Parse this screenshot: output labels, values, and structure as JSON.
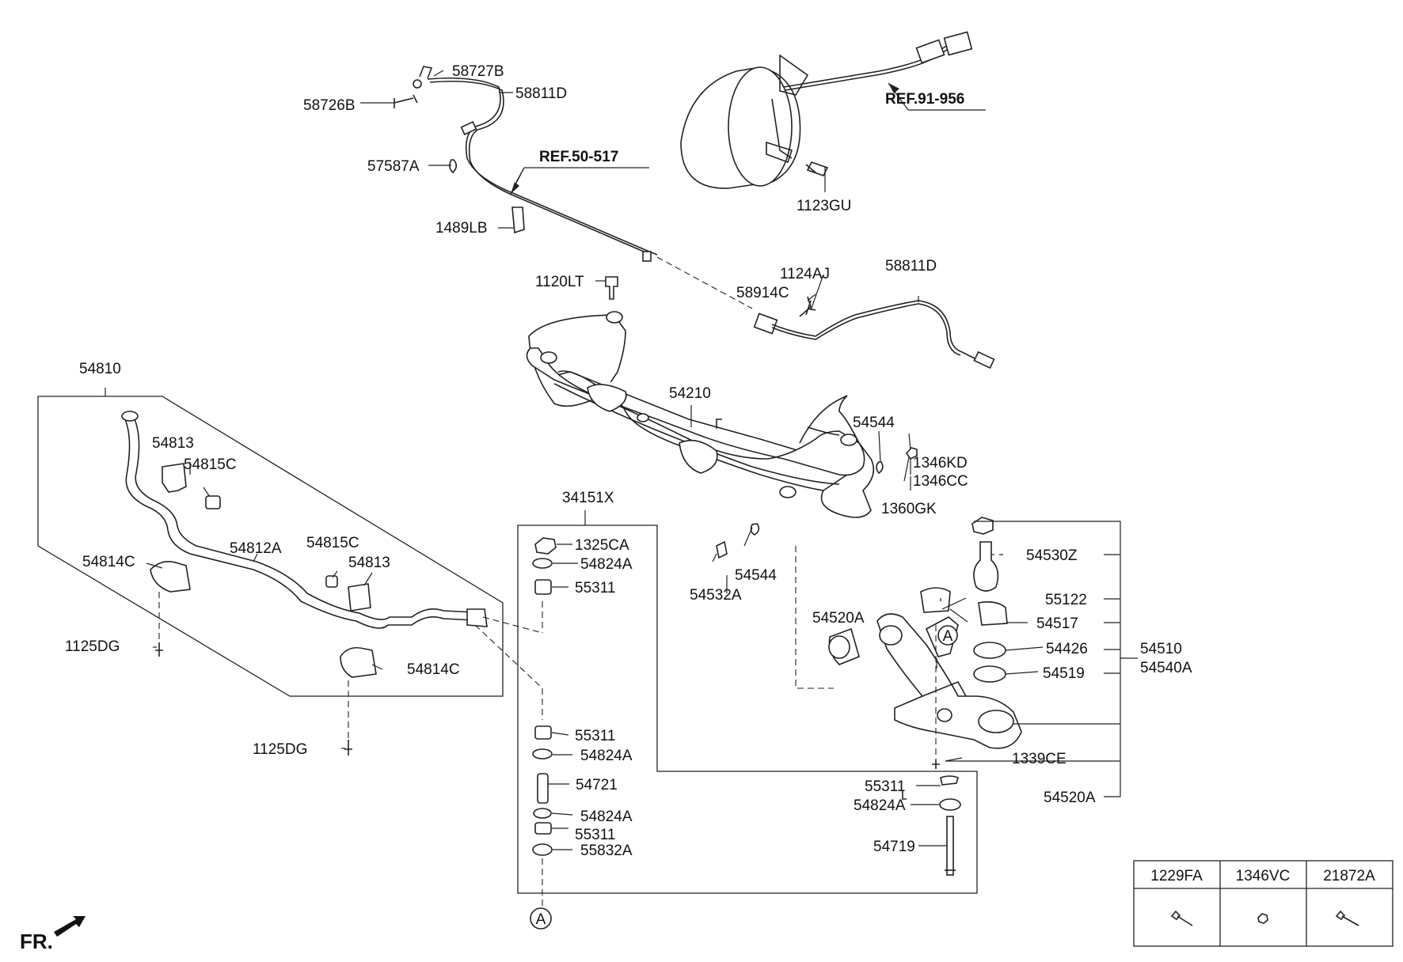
{
  "diagram": {
    "callouts": {
      "p58727B": "58727B",
      "p58811D_a": "58811D",
      "p58726B": "58726B",
      "p57587A": "57587A",
      "pREF50": "REF.50-517",
      "p1489LB": "1489LB",
      "pREF91": "REF.91-956",
      "p1123GU": "1123GU",
      "p1120LT": "1120LT",
      "p1124AJ": "1124AJ",
      "p58811D_b": "58811D",
      "p58914C": "58914C",
      "p54810": "54810",
      "p54210": "54210",
      "p54544_a": "54544",
      "p1346KD": "1346KD",
      "p1346CC": "1346CC",
      "p1360GK": "1360GK",
      "p54813_a": "54813",
      "p54815C_a": "54815C",
      "p34151X": "34151X",
      "p54812A": "54812A",
      "p54815C_b": "54815C",
      "p54813_b": "54813",
      "p54814C_a": "54814C",
      "p1325CA": "1325CA",
      "p54824A_a": "54824A",
      "p55311_a": "55311",
      "p54530Z": "54530Z",
      "p54544_b": "54544",
      "p54532A": "54532A",
      "p55122": "55122",
      "p54517": "54517",
      "p54520A_a": "54520A",
      "p54426": "54426",
      "p54510": "54510",
      "p54540A": "54540A",
      "p54519": "54519",
      "p1125DG_a": "1125DG",
      "p54814C_b": "54814C",
      "p55311_b": "55311",
      "p54824A_b": "54824A",
      "p1339CE": "1339CE",
      "p1125DG_b": "1125DG",
      "p54721": "54721",
      "p55311_c": "55311",
      "p54824A_c": "54824A",
      "p54520A_b": "54520A",
      "p54824A_d": "54824A",
      "p55311_d": "55311",
      "p55832A": "55832A",
      "p54719": "54719"
    },
    "markers": {
      "a1": "A",
      "a2": "A"
    },
    "orientation": "FR."
  },
  "legend_table": {
    "headers": [
      "1229FA",
      "1346VC",
      "21872A"
    ]
  }
}
